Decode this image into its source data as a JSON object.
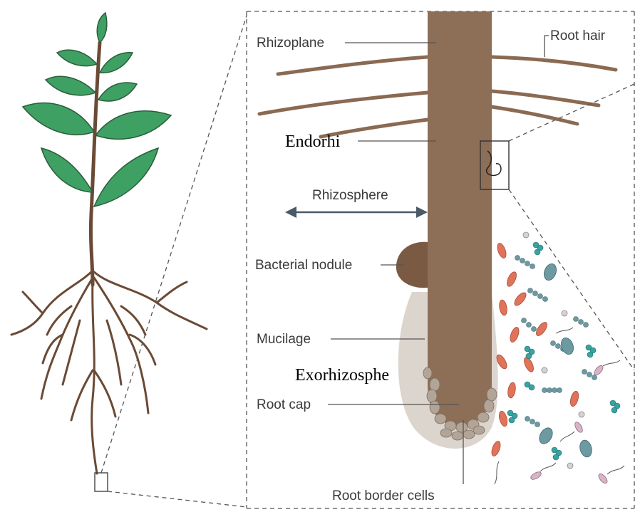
{
  "labels": {
    "rhizoplane": "Rhizoplane",
    "root_hair": "Root hair",
    "endorhi": "Endorhi",
    "rhizosphere": "Rhizosphere",
    "bacterial_nodule": "Bacterial nodule",
    "mucilage": "Mucilage",
    "exorhizosphe": "Exorhizosphe",
    "root_cap": "Root cap",
    "root_border_cells": "Root border cells"
  },
  "colors": {
    "root": "#8d6e57",
    "root_dark": "#6b4a35",
    "leaf": "#3fa064",
    "leaf_dark": "#2a7a46",
    "mucilage": "#d6cec6",
    "border_cell": "#b2a597",
    "bacteria_orange": "#e0735a",
    "bacteria_blue": "#6d9aa0",
    "bacteria_teal": "#3aa3a0",
    "bacteria_pink": "#d9b3c6"
  },
  "icons": {
    "arrow": "double-headed-arrow"
  }
}
